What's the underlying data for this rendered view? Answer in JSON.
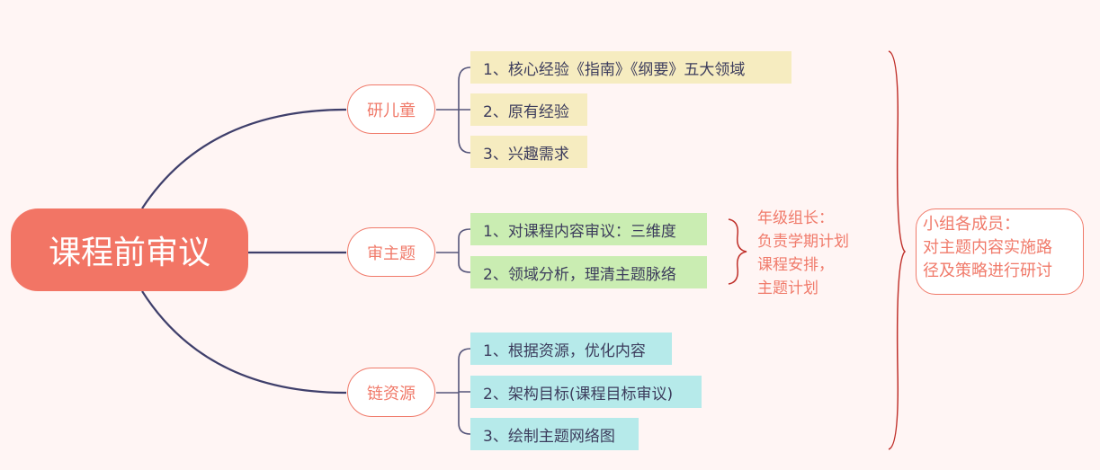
{
  "root": {
    "label": "课程前审议"
  },
  "branches": [
    {
      "label": "研儿童",
      "children": [
        "1、核心经验《指南》《纲要》五大领域",
        "2、原有经验",
        "3、兴趣需求"
      ]
    },
    {
      "label": "审主题",
      "children": [
        "1、对课程内容审议：三维度",
        "2、领域分析，理清主题脉络"
      ]
    },
    {
      "label": "链资源",
      "children": [
        "1、根据资源，优化内容",
        "2、架构目标(课程目标审议)",
        "3、绘制主题网络图"
      ]
    }
  ],
  "grade_leader_note": [
    "年级组长：",
    "负责学期计划",
    "课程安排，",
    "主题计划"
  ],
  "members_note": [
    "小组各成员：",
    "对主题内容实施路",
    "径及策略进行研讨"
  ],
  "colors": {
    "root": "#f27565",
    "accent": "#f07a6a",
    "line": "#3f3f6b",
    "bg": "#fff5f4"
  }
}
